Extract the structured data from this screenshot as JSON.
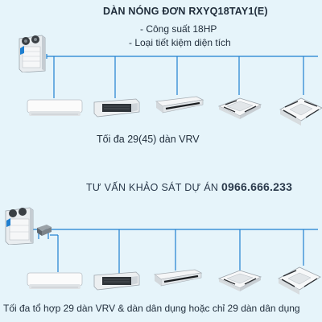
{
  "system": {
    "title": "DÀN NÓNG ĐƠN RXYQ18TAY1(E)",
    "specs": [
      "- Công suất 18HP",
      "- Loại tiết kiệm diện tích"
    ],
    "top_caption": "Tối đa 29(45) dàn VRV",
    "consult_label": "TƯ VẤN KHẢO SÁT DỰ ÁN",
    "phone": "0966.666.233",
    "bottom_caption": "Tối đa tổ hợp 29 dàn VRV & dàn dân dụng hoặc chỉ 29 dàn dân dụng"
  },
  "colors": {
    "background": "#e6f4fa",
    "pipe": "#1e7fd0",
    "text": "#1f2c3a",
    "brand": "#1e7fd0"
  },
  "icons": {
    "outdoor_unit": "vrv-outdoor-unit-icon",
    "wall": "wall-mounted-indoor-unit-icon",
    "ducted": "ducted-indoor-unit-icon",
    "ceiling": "ceiling-suspended-unit-icon",
    "cassette": "cassette-unit-icon",
    "branch": "bp-branch-box-icon"
  }
}
